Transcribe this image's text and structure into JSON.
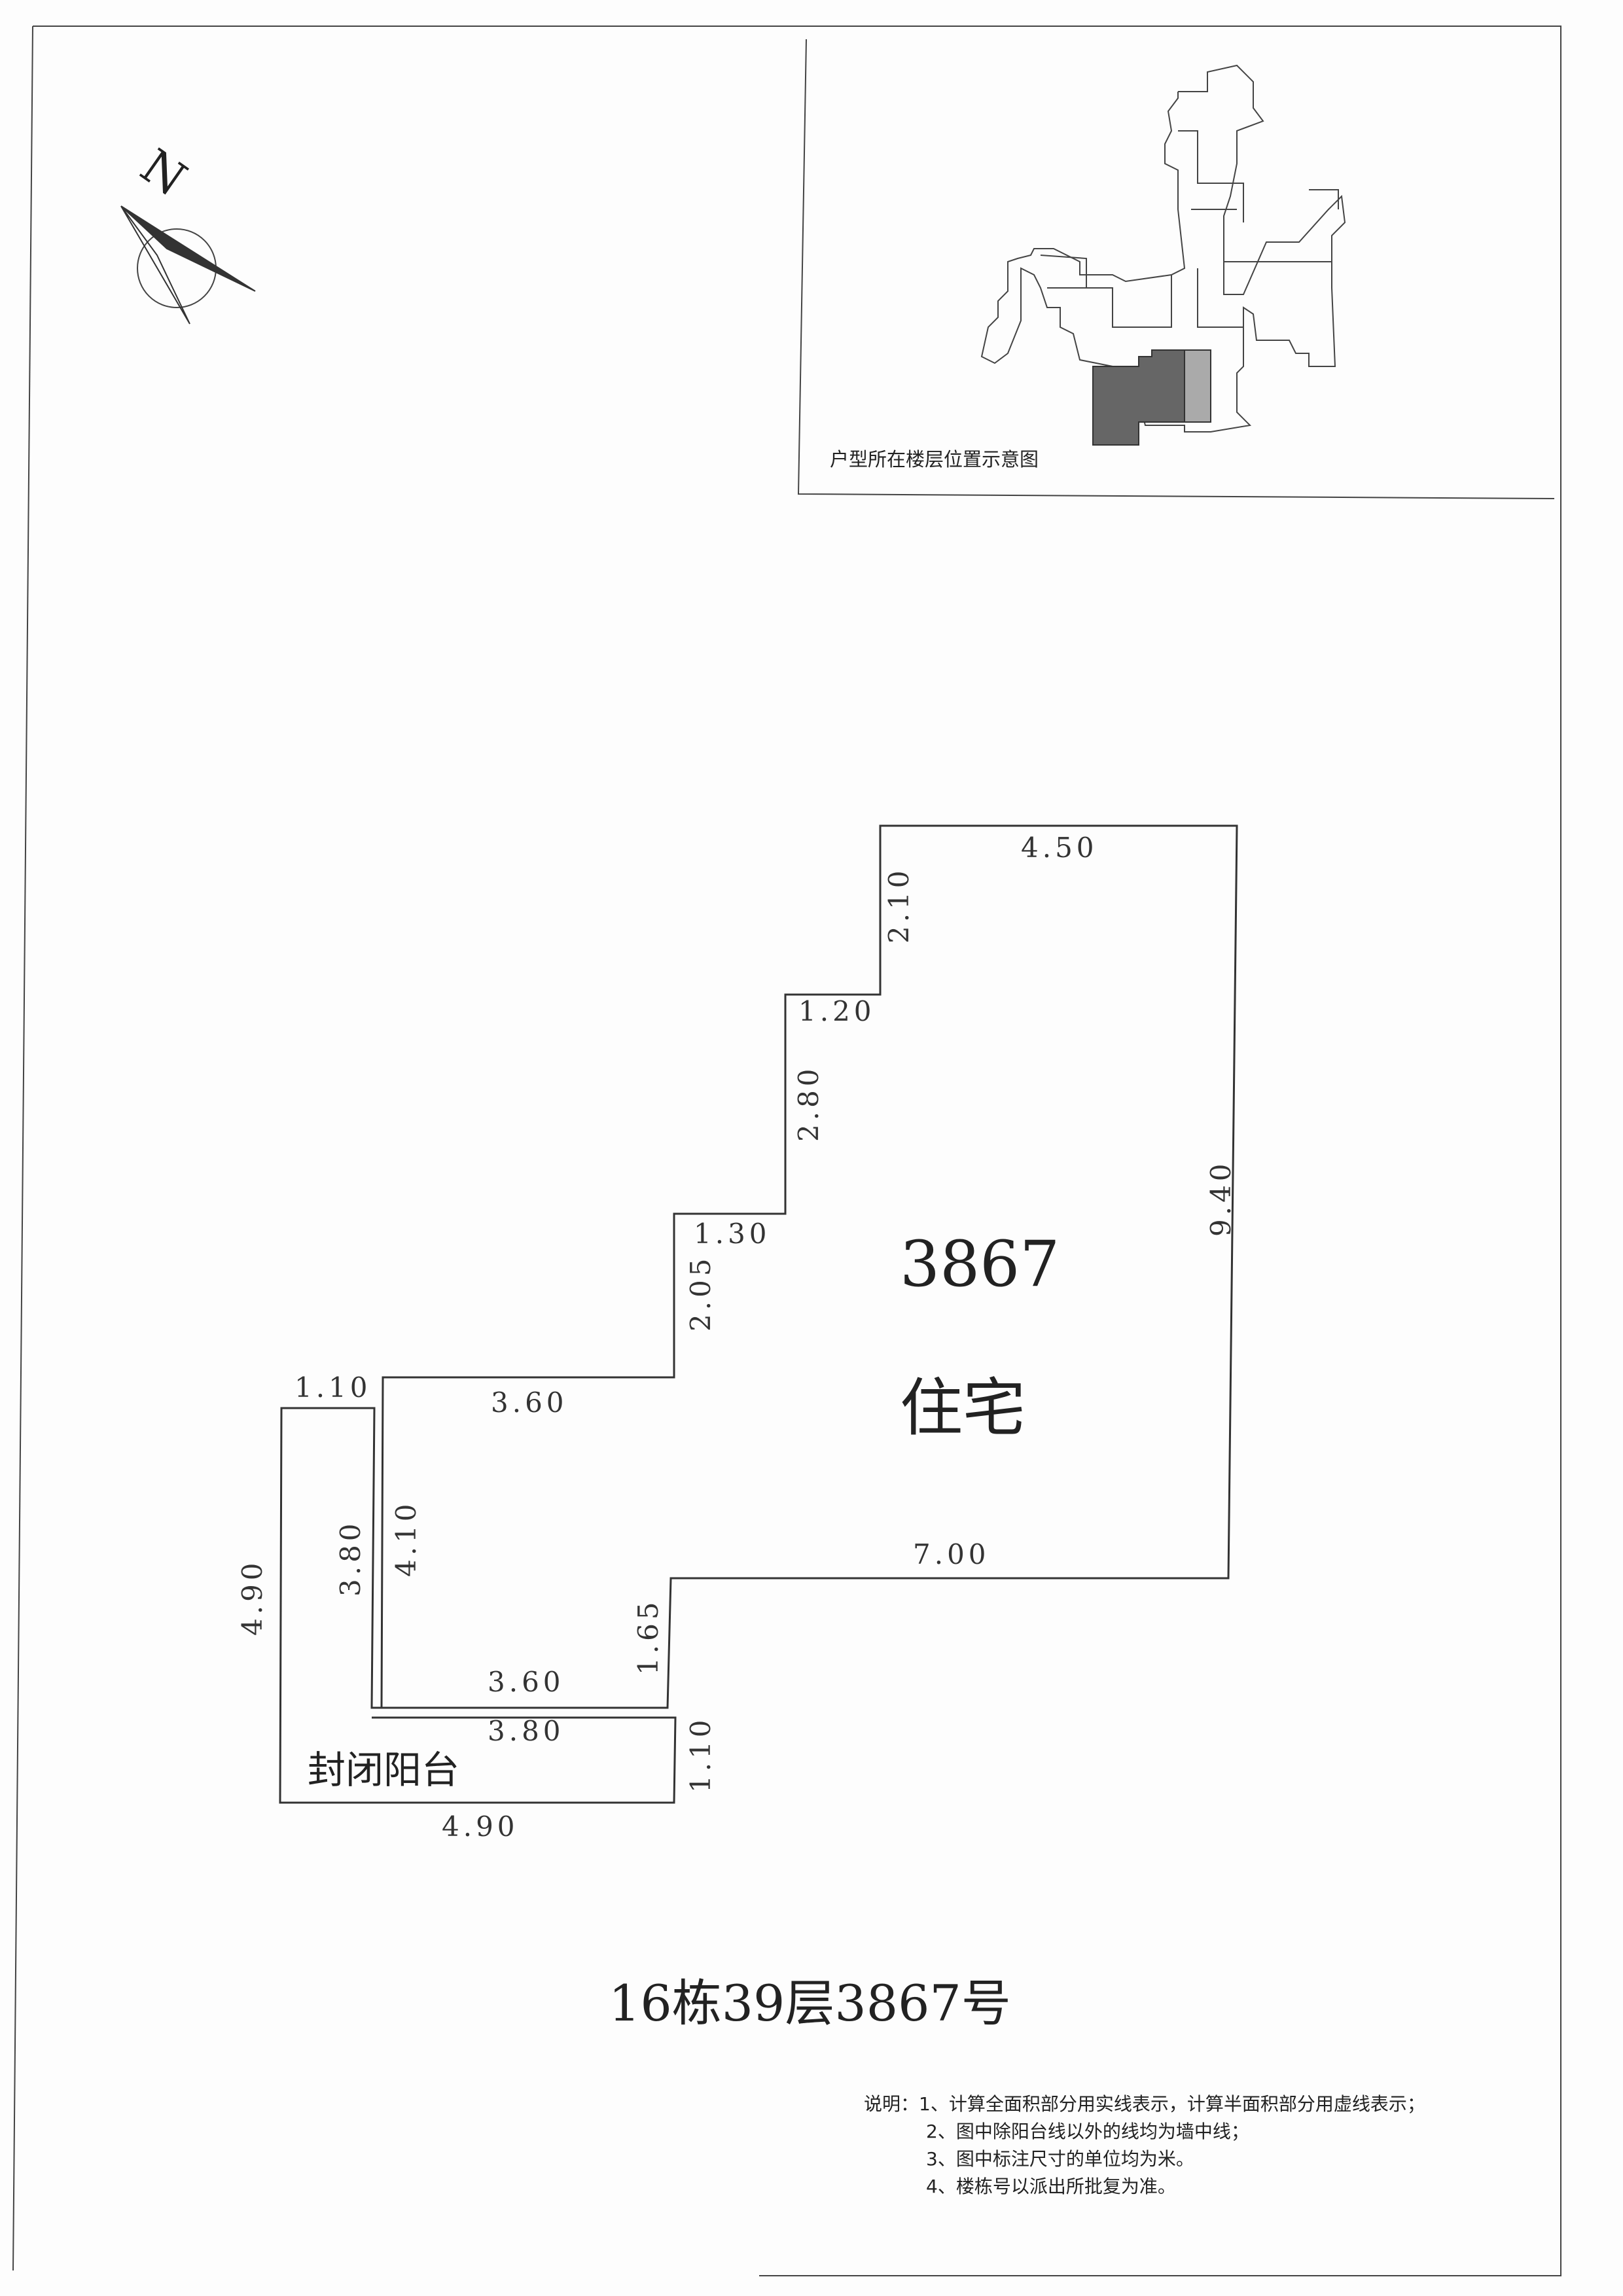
{
  "north_label": "N",
  "location_map": {
    "caption": "户型所在楼层位置示意图"
  },
  "unit": {
    "number": "3867",
    "use": "住宅"
  },
  "balcony": {
    "label": "封闭阳台"
  },
  "dimensions": {
    "top_450": "4.50",
    "right_940": "9.40",
    "step_210": "2.10",
    "step_120": "1.20",
    "step_280": "2.80",
    "step_130": "1.30",
    "step_205": "2.05",
    "mid_360": "3.60",
    "bottom_700": "7.00",
    "inner_410": "4.10",
    "step_165": "1.65",
    "low_360": "3.60",
    "bal_top_110": "1.10",
    "bal_380_v": "3.80",
    "bal_490_v": "4.90",
    "bal_380_h": "3.80",
    "bal_110_v": "1.10",
    "bal_490_h": "4.90"
  },
  "title": "16栋39层3867号",
  "notes": [
    "说明：1、计算全面积部分用实线表示，计算半面积部分用虚线表示；",
    "2、图中除阳台线以外的线均为墙中线；",
    "3、图中标注尺寸的单位均为米。",
    "4、楼栋号以派出所批复为准。"
  ]
}
